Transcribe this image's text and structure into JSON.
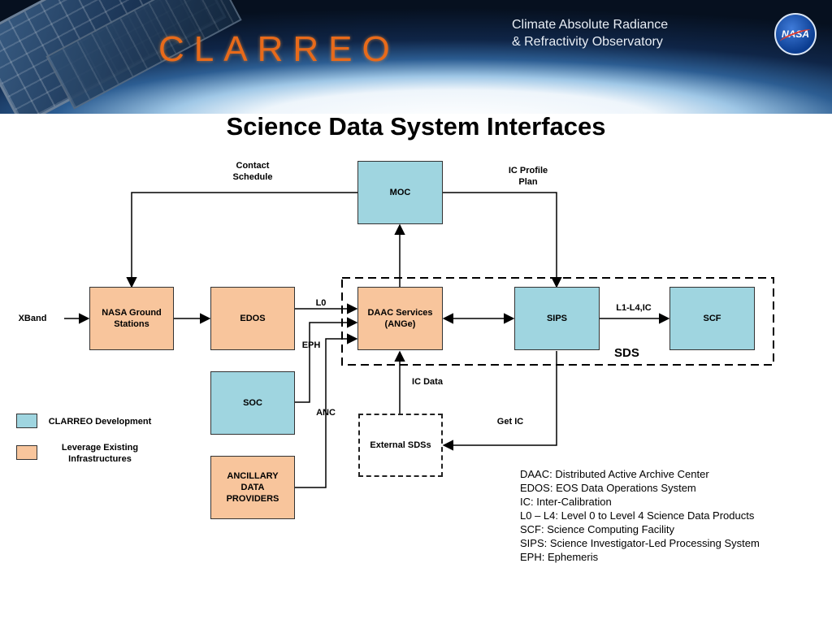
{
  "header": {
    "logo_text": "CLARREO",
    "observatory_name_line1": "Climate Absolute Radiance",
    "observatory_name_line2": "& Refractivity Observatory",
    "agency_badge": "NASA"
  },
  "title": "Science Data System Interfaces",
  "nodes": {
    "moc": "MOC",
    "nasa_ground_stations": "NASA Ground\nStations",
    "edos": "EDOS",
    "daac": "DAAC Services\n(ANGe)",
    "sips": "SIPS",
    "scf": "SCF",
    "soc": "SOC",
    "ancillary": "ANCILLARY\nDATA\nPROVIDERS",
    "external_sdss": "External SDSs"
  },
  "edge_labels": {
    "contact_schedule": "Contact\nSchedule",
    "ic_profile_plan": "IC Profile\nPlan",
    "xband": "XBand",
    "l0": "L0",
    "eph": "EPH",
    "anc": "ANC",
    "l1_l4_ic": "L1-L4,IC",
    "ic_data": "IC Data",
    "get_ic": "Get IC"
  },
  "group_label": "SDS",
  "legend": {
    "blue_label": "CLARREO Development",
    "orange_label": "Leverage Existing\nInfrastructures"
  },
  "colors": {
    "clarreo_development": "#9fd5e0",
    "leverage_existing": "#f8c59c"
  },
  "acronyms": [
    "DAAC: Distributed Active Archive Center",
    "EDOS:  EOS Data Operations System",
    "IC: Inter-Calibration",
    "L0 – L4:  Level 0 to Level 4 Science Data Products",
    "SCF:  Science Computing Facility",
    "SIPS:  Science Investigator-Led Processing System",
    "EPH:  Ephemeris"
  ]
}
